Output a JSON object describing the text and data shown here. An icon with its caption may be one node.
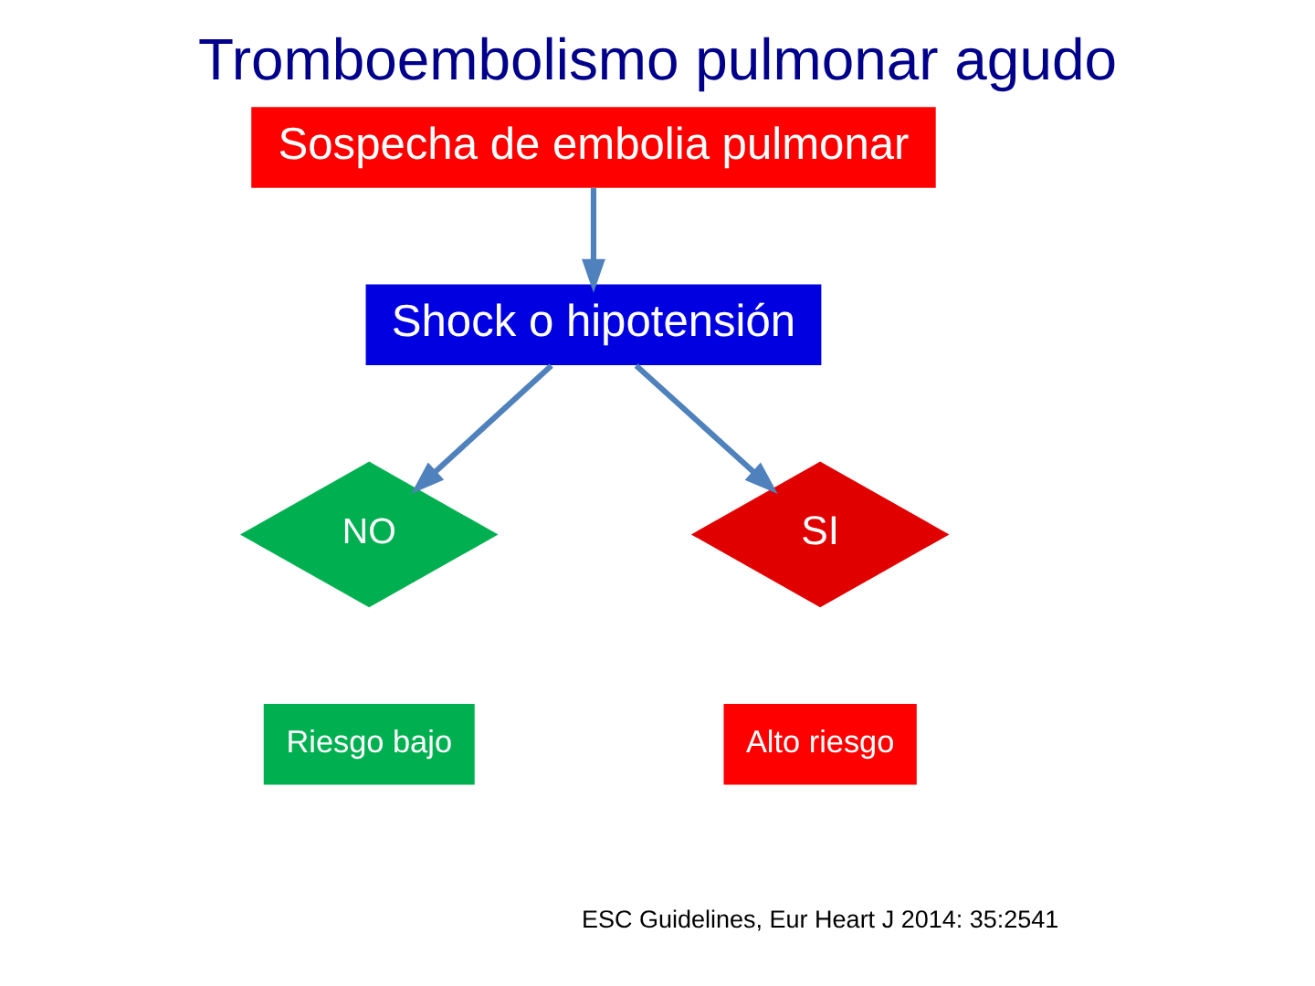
{
  "diagram": {
    "title": "Tromboembolismo pulmonar agudo",
    "nodes": [
      {
        "text": [
          "Sospecha de embolia pulmonar"
        ]
      },
      {
        "text": [
          "Shock o hipotensión"
        ]
      },
      {
        "text": [
          "NO"
        ]
      },
      {
        "text": [
          "SI"
        ]
      },
      {
        "text": [
          "Riesgo bajo"
        ]
      },
      {
        "text": [
          "Alto riesgo"
        ]
      }
    ],
    "edges": [
      {
        "from": 0,
        "to": 1,
        "arrow": "to"
      },
      {
        "from": 1,
        "to": 2,
        "arrow": "to"
      },
      {
        "from": 1,
        "to": 3,
        "arrow": "to"
      }
    ],
    "labels": [
      "ESC Guidelines, Eur Heart J 2014: 35:2541"
    ]
  }
}
